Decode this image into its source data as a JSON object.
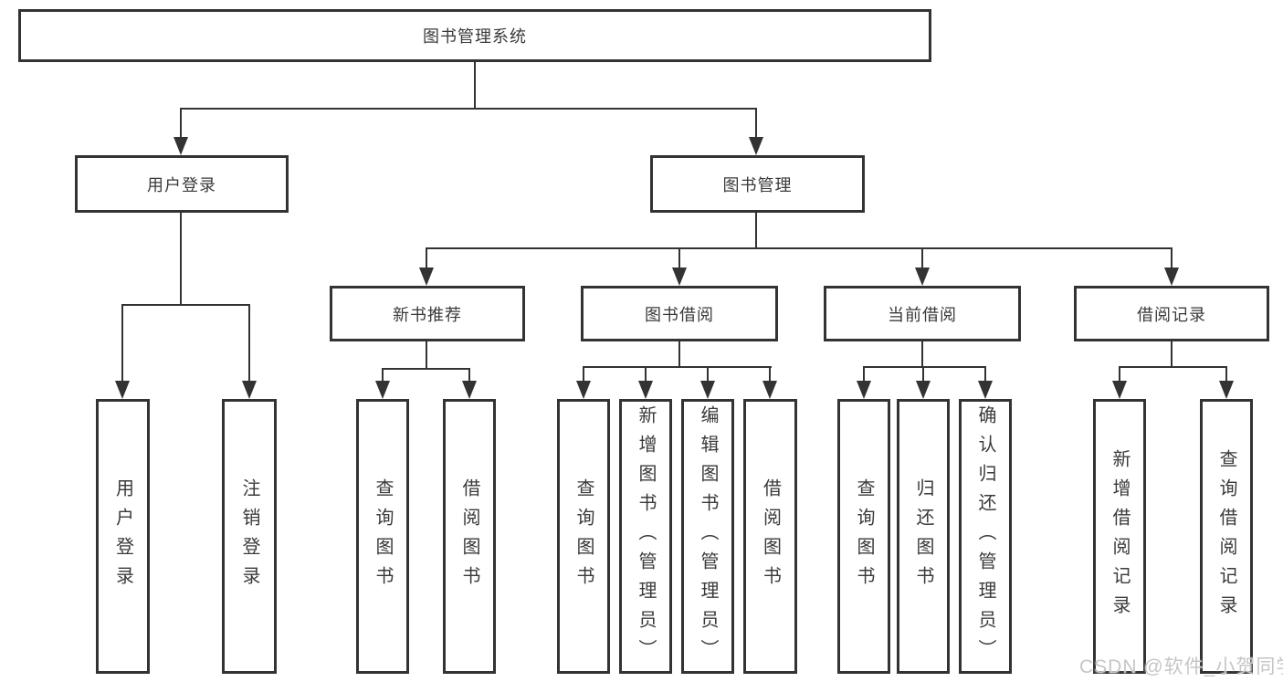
{
  "diagram": {
    "root": {
      "label": "图书管理系统"
    },
    "branches": [
      {
        "label": "用户登录",
        "children": [
          {
            "label": "用户登录"
          },
          {
            "label": "注销登录"
          }
        ]
      },
      {
        "label": "图书管理",
        "children": [
          {
            "label": "新书推荐",
            "children": [
              {
                "label": "查询图书"
              },
              {
                "label": "借阅图书"
              }
            ]
          },
          {
            "label": "图书借阅",
            "children": [
              {
                "label": "查询图书"
              },
              {
                "label": "新增图书（管理员）"
              },
              {
                "label": "编辑图书（管理员）"
              },
              {
                "label": "借阅图书"
              }
            ]
          },
          {
            "label": "当前借阅",
            "children": [
              {
                "label": "查询图书"
              },
              {
                "label": "归还图书"
              },
              {
                "label": "确认归还（管理员）"
              }
            ]
          },
          {
            "label": "借阅记录",
            "children": [
              {
                "label": "新增借阅记录"
              },
              {
                "label": "查询借阅记录"
              }
            ]
          }
        ]
      }
    ]
  },
  "colors": {
    "line": "#333333",
    "text": "#3a3a3a",
    "watermark": "#c6c6c6",
    "background": "#ffffff"
  },
  "watermark": {
    "text": "CSDN @软件_小贺同学"
  }
}
